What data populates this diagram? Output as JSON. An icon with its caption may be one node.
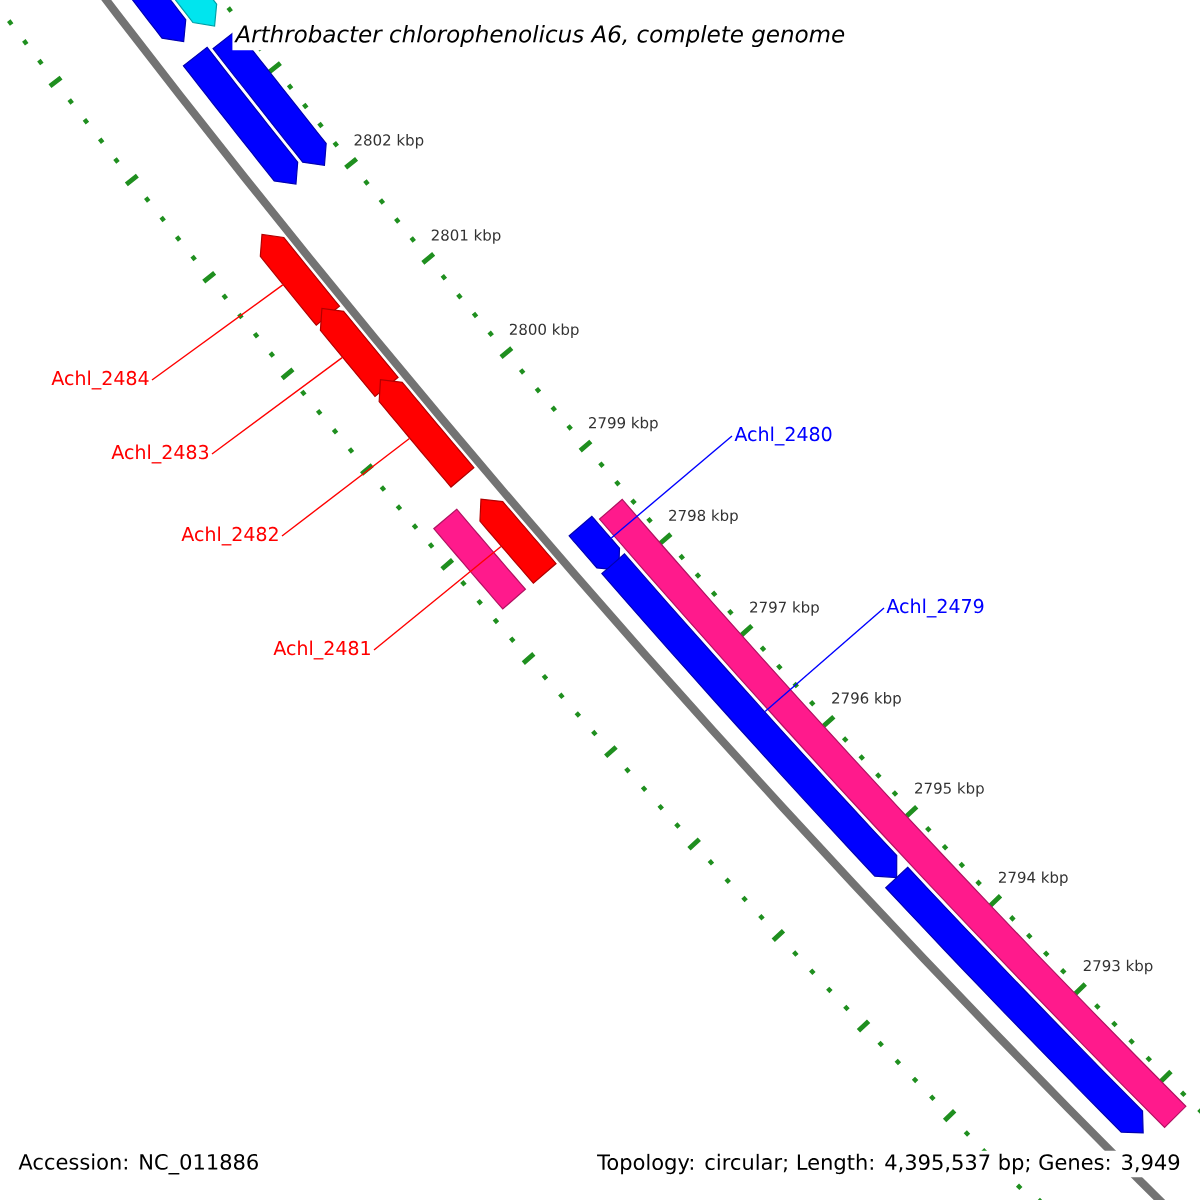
{
  "diagram": {
    "title": "Arthrobacter chlorophenolicus A6, complete genome",
    "nodes": [
      {
        "text": [],
        "shape": "pentagon"
      },
      {
        "text": [],
        "shape": "pentagon"
      },
      {
        "text": [],
        "shape": "pentagon"
      },
      {
        "text": [],
        "shape": "pentagon"
      },
      {
        "text": [],
        "shape": "pentagon"
      },
      {
        "text": [],
        "shape": "pentagon"
      },
      {
        "text": [],
        "shape": "pentagon"
      },
      {
        "text": [],
        "shape": "pentagon"
      },
      {
        "text": [],
        "shape": "bar"
      },
      {
        "text": [],
        "shape": "pentagon"
      },
      {
        "text": [],
        "shape": "bar"
      },
      {
        "text": [],
        "shape": "pentagon"
      },
      {
        "text": [],
        "shape": "pentagon"
      },
      {
        "text": [
          "Achl_2484"
        ]
      },
      {
        "text": [
          "Achl_2483"
        ]
      },
      {
        "text": [
          "Achl_2482"
        ]
      },
      {
        "text": [
          "Achl_2481"
        ]
      },
      {
        "text": [
          "Achl_2480"
        ]
      },
      {
        "text": [
          "Achl_2479"
        ]
      }
    ],
    "edges": [
      {
        "from": 13,
        "to": 4,
        "arrow": "none"
      },
      {
        "from": 14,
        "to": 5,
        "arrow": "none"
      },
      {
        "from": 15,
        "to": 6,
        "arrow": "none"
      },
      {
        "from": 16,
        "to": 7,
        "arrow": "none"
      },
      {
        "from": 17,
        "to": 9,
        "arrow": "none",
        "color": "#0000ff"
      },
      {
        "from": 18,
        "to": 11,
        "arrow": "none",
        "color": "#0000ff"
      }
    ],
    "labels": [
      "2802 kbp",
      "2801 kbp",
      "2800 kbp",
      "2799 kbp",
      "2798 kbp",
      "2797 kbp",
      "2796 kbp",
      "2795 kbp",
      "2794 kbp",
      "2793 kbp",
      "Accession: NC_011886",
      "Topology: circular; Length: 4,395,537 bp; Genes: 3,949"
    ]
  }
}
